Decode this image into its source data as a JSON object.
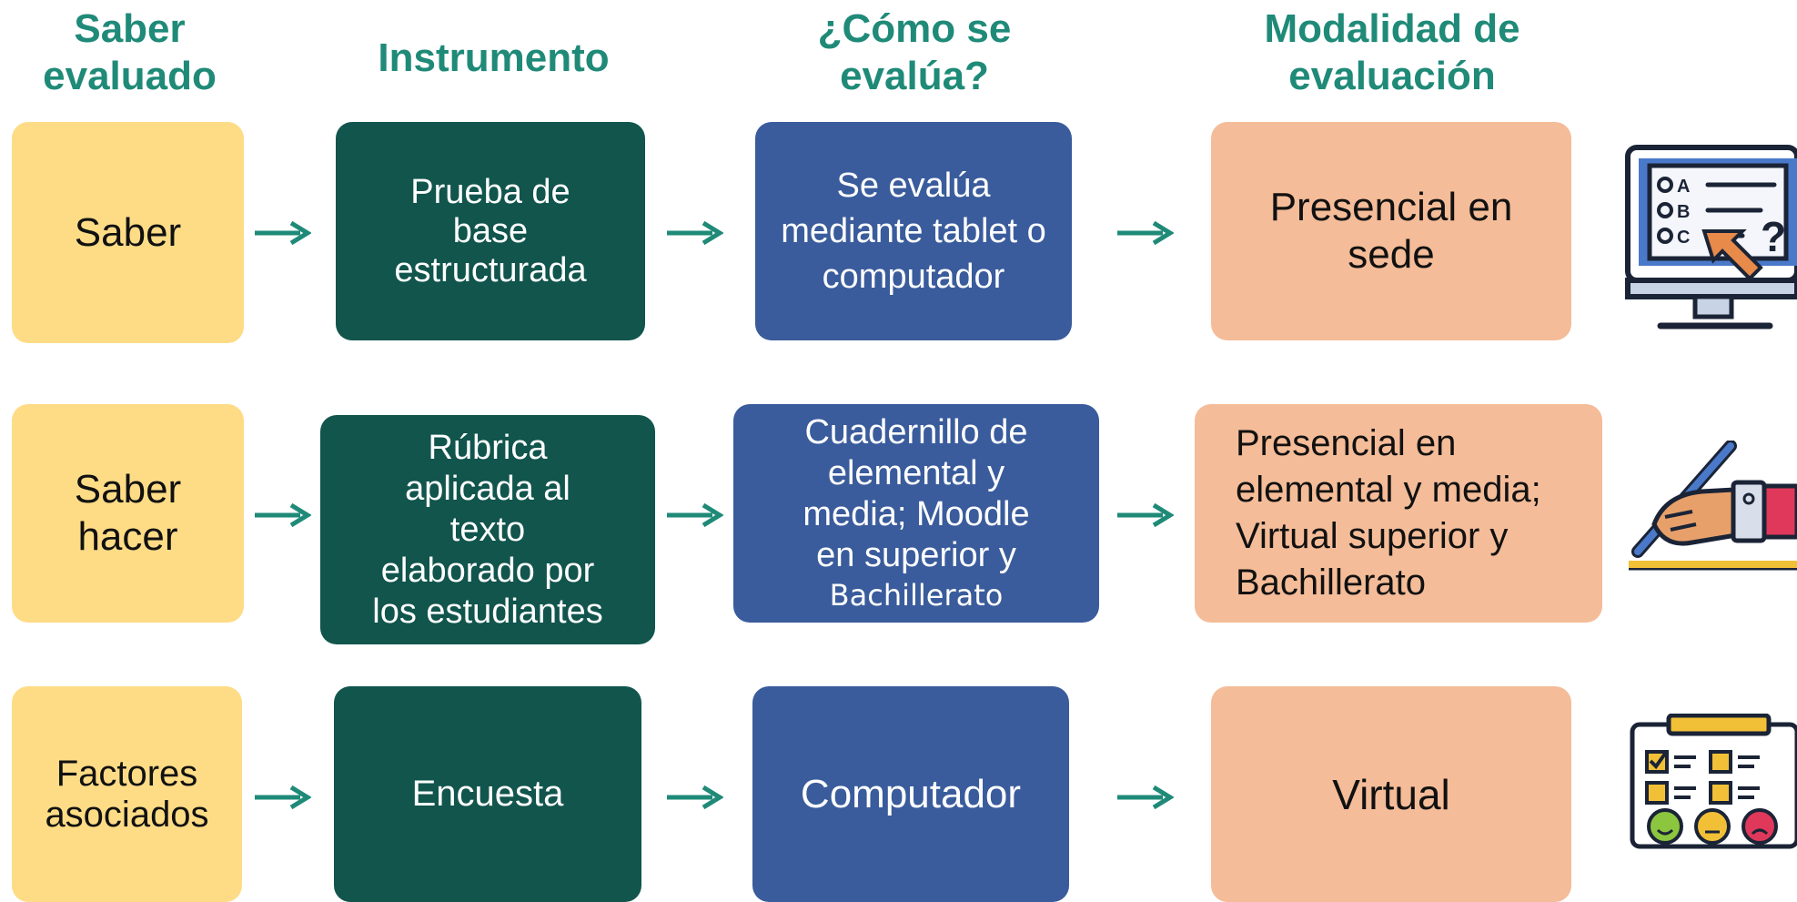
{
  "headers": {
    "col1": "Saber\nevaluado",
    "col2": "Instrumento",
    "col3": "¿Cómo se\nevalúa?",
    "col4": "Modalidad de\nevaluación"
  },
  "rows": [
    {
      "saber": "Saber",
      "instrumento": "Prueba de\nbase\nestructurada",
      "como": "Se evalúa\nmediante tablet o\ncomputador",
      "modalidad": "Presencial en\nsede",
      "icon": "computer-test-icon"
    },
    {
      "saber": "Saber\nhacer",
      "instrumento": "Rúbrica\naplicada al\ntexto\nelaborado por\nlos estudiantes",
      "como_main": "Cuadernillo de\nelemental y\nmedia; Moodle\nen superior y",
      "como_small": "Bachillerato",
      "modalidad": "Presencial en\nelemental y media;\nVirtual superior y\nBachillerato",
      "icon": "hand-writing-icon"
    },
    {
      "saber": "Factores\nasociados",
      "instrumento": "Encuesta",
      "como": "Computador",
      "modalidad": "Virtual",
      "icon": "survey-checklist-icon"
    }
  ],
  "icon_letters": {
    "a": "A",
    "b": "B",
    "c": "C",
    "q": "?"
  },
  "colors": {
    "header": "#1f8a78",
    "yellow": "#fedc86",
    "green": "#11554d",
    "blue": "#3a5c9c",
    "peach": "#f4bc98",
    "arrow": "#1f8a78"
  }
}
